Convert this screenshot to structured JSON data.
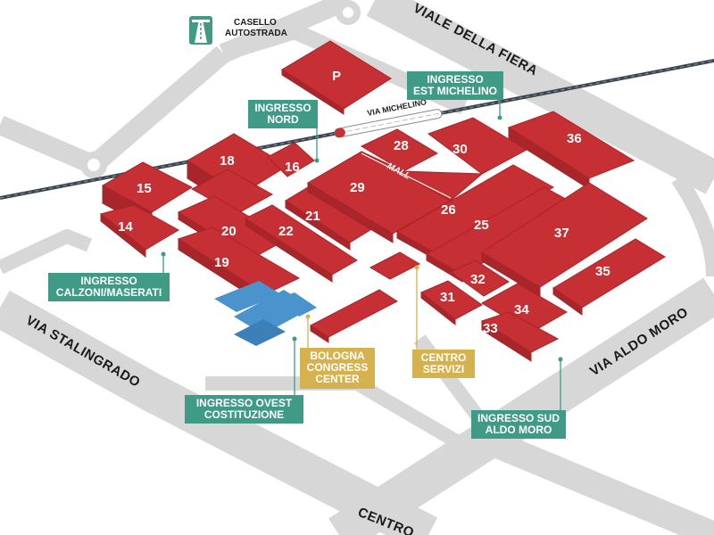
{
  "map": {
    "colors": {
      "background": "#ffffff",
      "road": "#d7d7d7",
      "hall": "#c62f33",
      "hall_shadow": "#a8252a",
      "congress": "#4a93cc",
      "entrance": "#3f9a86",
      "service": "#d6b24f",
      "railway": "#3b4650"
    },
    "roads": {
      "viale_fiera": "VIALE DELLA FIERA",
      "via_stalingrado": "VIA STALINGRADO",
      "via_aldo_moro": "VIA ALDO MORO",
      "centro": "CENTRO",
      "via_michelino": "VIA MICHELINO"
    },
    "casello": {
      "line1": "CASELLO",
      "line2": "AUTOSTRADA",
      "icon": "highway-icon"
    },
    "parking": "P",
    "mall": "MALL",
    "halls": {
      "h14": "14",
      "h15": "15",
      "h16": "16",
      "h18": "18",
      "h19": "19",
      "h20": "20",
      "h21": "21",
      "h22": "22",
      "h25": "25",
      "h26": "26",
      "h28": "28",
      "h29": "29",
      "h30": "30",
      "h31": "31",
      "h32": "32",
      "h33": "33",
      "h34": "34",
      "h35": "35",
      "h36": "36",
      "h37": "37"
    },
    "entrances": {
      "nord": [
        "INGRESSO",
        "NORD"
      ],
      "est": [
        "INGRESSO",
        "EST MICHELINO"
      ],
      "calzoni": [
        "INGRESSO",
        "CALZONI/MASERATI"
      ],
      "ovest": [
        "INGRESSO OVEST",
        "COSTITUZIONE"
      ],
      "sud": [
        "INGRESSO SUD",
        "ALDO MORO"
      ]
    },
    "services": {
      "congress": [
        "BOLOGNA",
        "CONGRESS",
        "CENTER"
      ],
      "centro_servizi": [
        "CENTRO",
        "SERVIZI"
      ]
    }
  }
}
